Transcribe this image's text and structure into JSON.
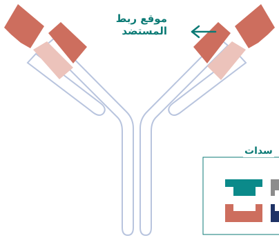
{
  "binding_site_label": {
    "line1": "موقع ربط",
    "line2": "المستضد"
  },
  "antigens_box": {
    "title": "سدات"
  },
  "colors": {
    "outline": "#b8c4de",
    "coral": "#cd6e5e",
    "pink": "#ecc3bb",
    "teal": "#0b8a8a",
    "gray": "#8c8c8c",
    "navy": "#1f3366",
    "label": "#0b7a75",
    "box_border": "#0b7a75"
  },
  "icons": {
    "arrow": "arrow-left-icon"
  }
}
